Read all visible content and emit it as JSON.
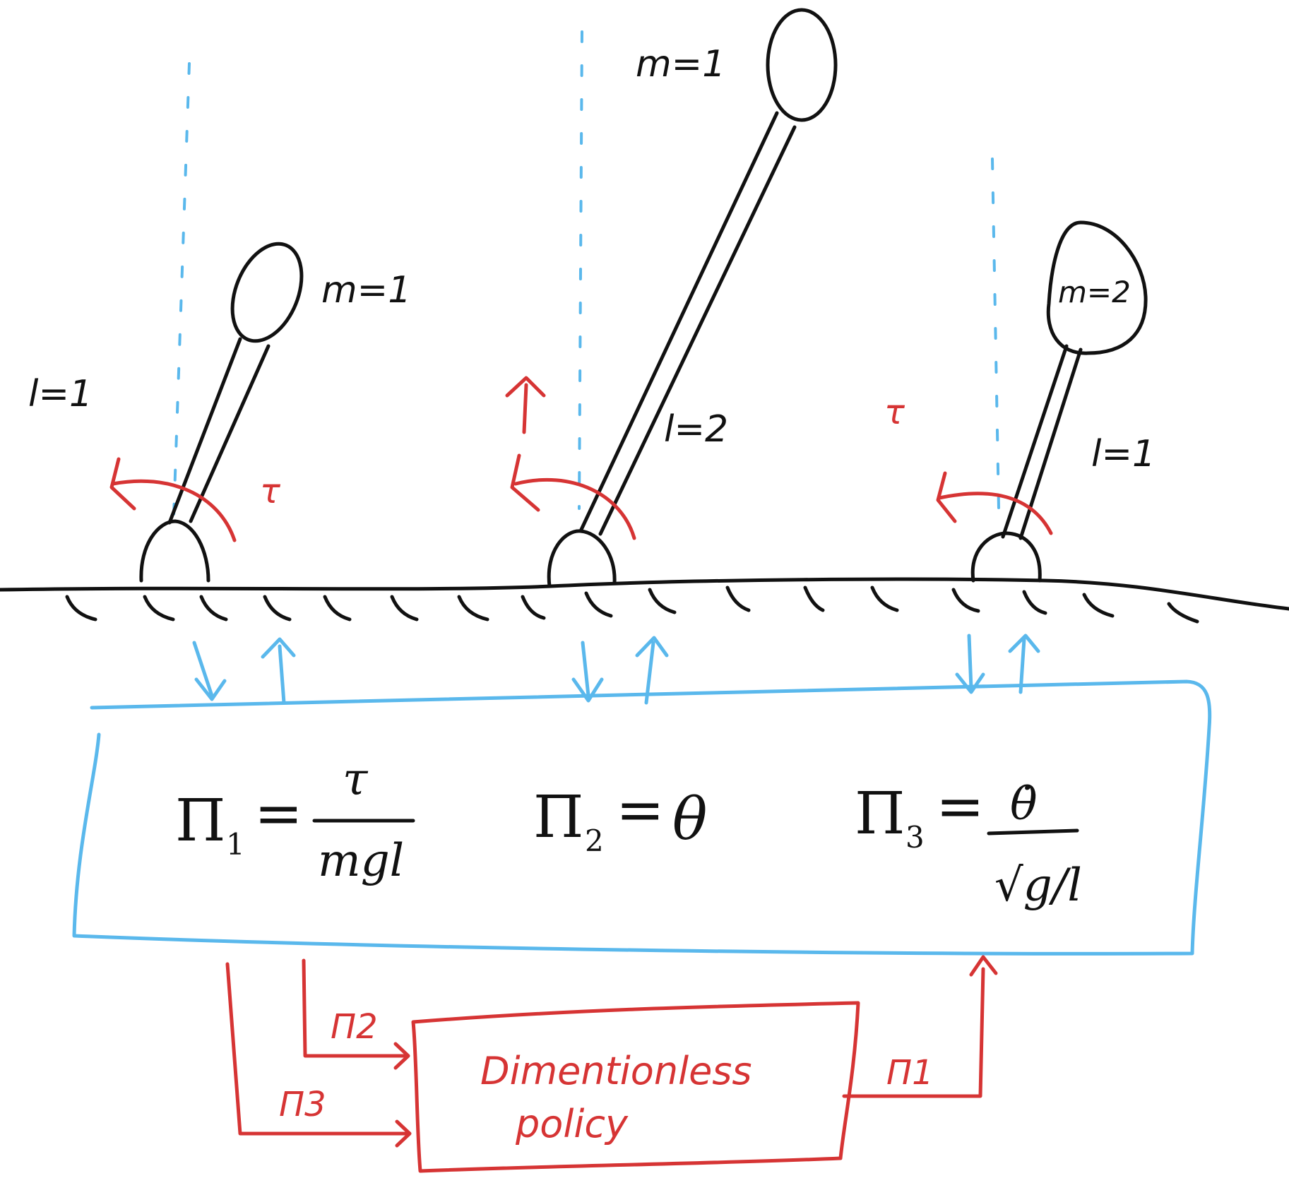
{
  "pendulums": [
    {
      "mass_label": "m=1",
      "length_label": "l=1"
    },
    {
      "mass_label": "m=1",
      "length_label": "l=2"
    },
    {
      "mass_label": "m=2",
      "length_label": "l=1"
    }
  ],
  "torque_symbol": "τ",
  "equations": {
    "pi1": {
      "lhs": "Π",
      "sub": "1",
      "eq": "=",
      "numerator": "τ",
      "denominator": "mgl"
    },
    "pi2": {
      "lhs": "Π",
      "sub": "2",
      "eq": "=",
      "rhs": "θ"
    },
    "pi3": {
      "lhs": "Π",
      "sub": "3",
      "eq": "=",
      "numerator": "θ̇",
      "denominator": "√g/l"
    }
  },
  "policy": {
    "line1": "Dimentionless",
    "line2": "policy",
    "input1": "Π2",
    "input2": "Π3",
    "output": "Π1"
  },
  "colors": {
    "ink": "#111111",
    "torque_red": "#d63434",
    "transform_blue": "#5ab8ec"
  }
}
